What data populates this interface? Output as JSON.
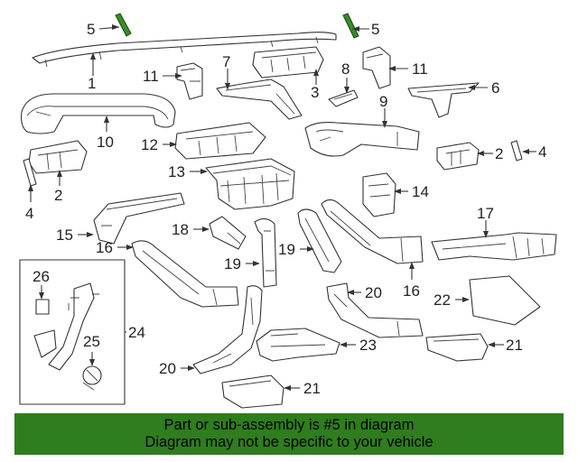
{
  "callouts": {
    "c1": "1",
    "c2a": "2",
    "c2b": "2",
    "c3": "3",
    "c4a": "4",
    "c4b": "4",
    "c5a": "5",
    "c5b": "5",
    "c6": "6",
    "c7": "7",
    "c8": "8",
    "c9": "9",
    "c10": "10",
    "c11a": "11",
    "c11b": "11",
    "c12": "12",
    "c13": "13",
    "c14": "14",
    "c15": "15",
    "c16a": "16",
    "c16b": "16",
    "c17": "17",
    "c18": "18",
    "c19a": "19",
    "c19b": "19",
    "c20a": "20",
    "c20b": "20",
    "c21a": "21",
    "c21b": "21",
    "c22": "22",
    "c23": "23",
    "c24": "24",
    "c25": "25",
    "c26": "26"
  },
  "highlight_color": "#3a8a2a",
  "banner": {
    "color": "#2f7d1e",
    "line1": "Part or sub-assembly is #5 in diagram",
    "line2": "Diagram may not be specific to your vehicle"
  }
}
